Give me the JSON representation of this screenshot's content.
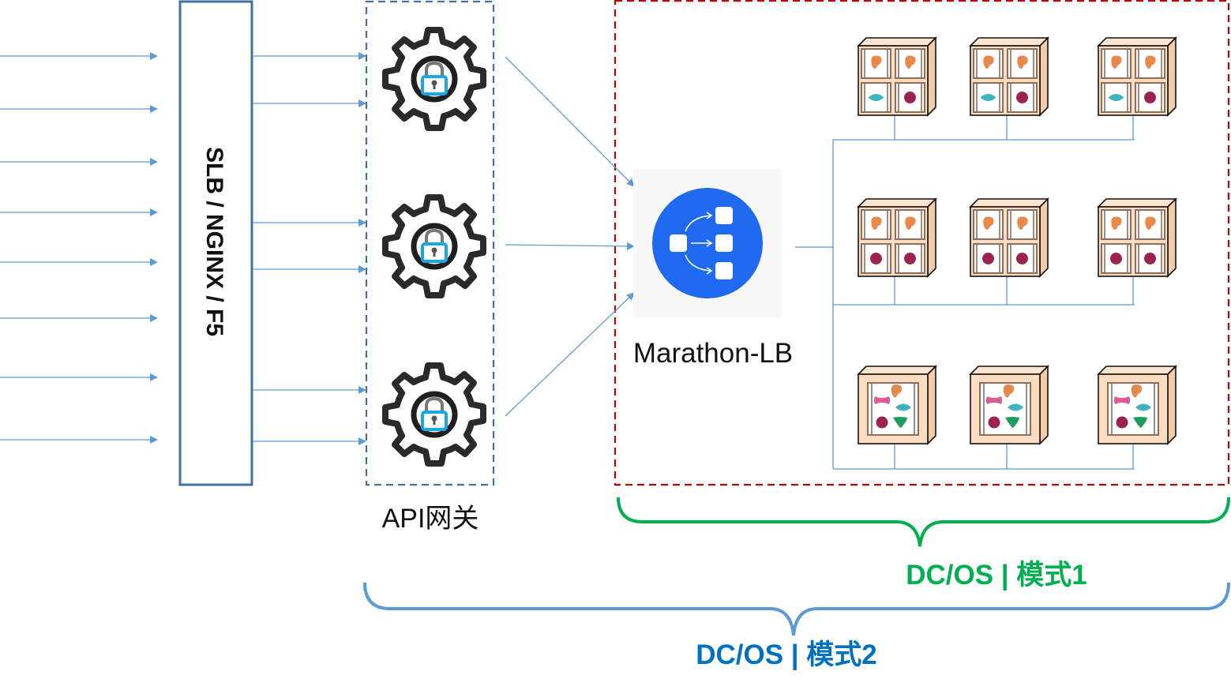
{
  "title": "DC/OS API gateway and Marathon-LB deployment modes",
  "labels": {
    "slb": "SLB / NGINX / F5",
    "api_gateway": "API网关",
    "marathon_lb": "Marathon-LB",
    "mode1": "DC/OS | 模式1",
    "mode2": "DC/OS | 模式2"
  },
  "colors": {
    "flow_line": "#5b9bd5",
    "slb_border": "#41719c",
    "gateway_border": "#41719c",
    "dcos_border": "#c00000",
    "mode1": "#00b050",
    "mode2": "#0070c0",
    "marathon_circle": "#1f6af0",
    "node_fill": "#fbdcc0",
    "shape_orange": "#e8894a",
    "shape_teal": "#3cb5bf",
    "shape_maroon": "#9b2350",
    "shape_pink": "#e05a95",
    "shape_green": "#1d9e5b"
  },
  "incoming_requests": 8,
  "gateway_icons": [
    "gear-lock",
    "gear-lock",
    "gear-lock"
  ],
  "node_rows": [
    {
      "kind": "four-pane",
      "bottom_shapes": [
        "teal-diamond",
        "maroon-dot"
      ],
      "count": 3
    },
    {
      "kind": "four-pane",
      "bottom_shapes": [
        "maroon-dot",
        "maroon-dot"
      ],
      "count": 3
    },
    {
      "kind": "single-pane-mixed",
      "count": 3
    }
  ]
}
